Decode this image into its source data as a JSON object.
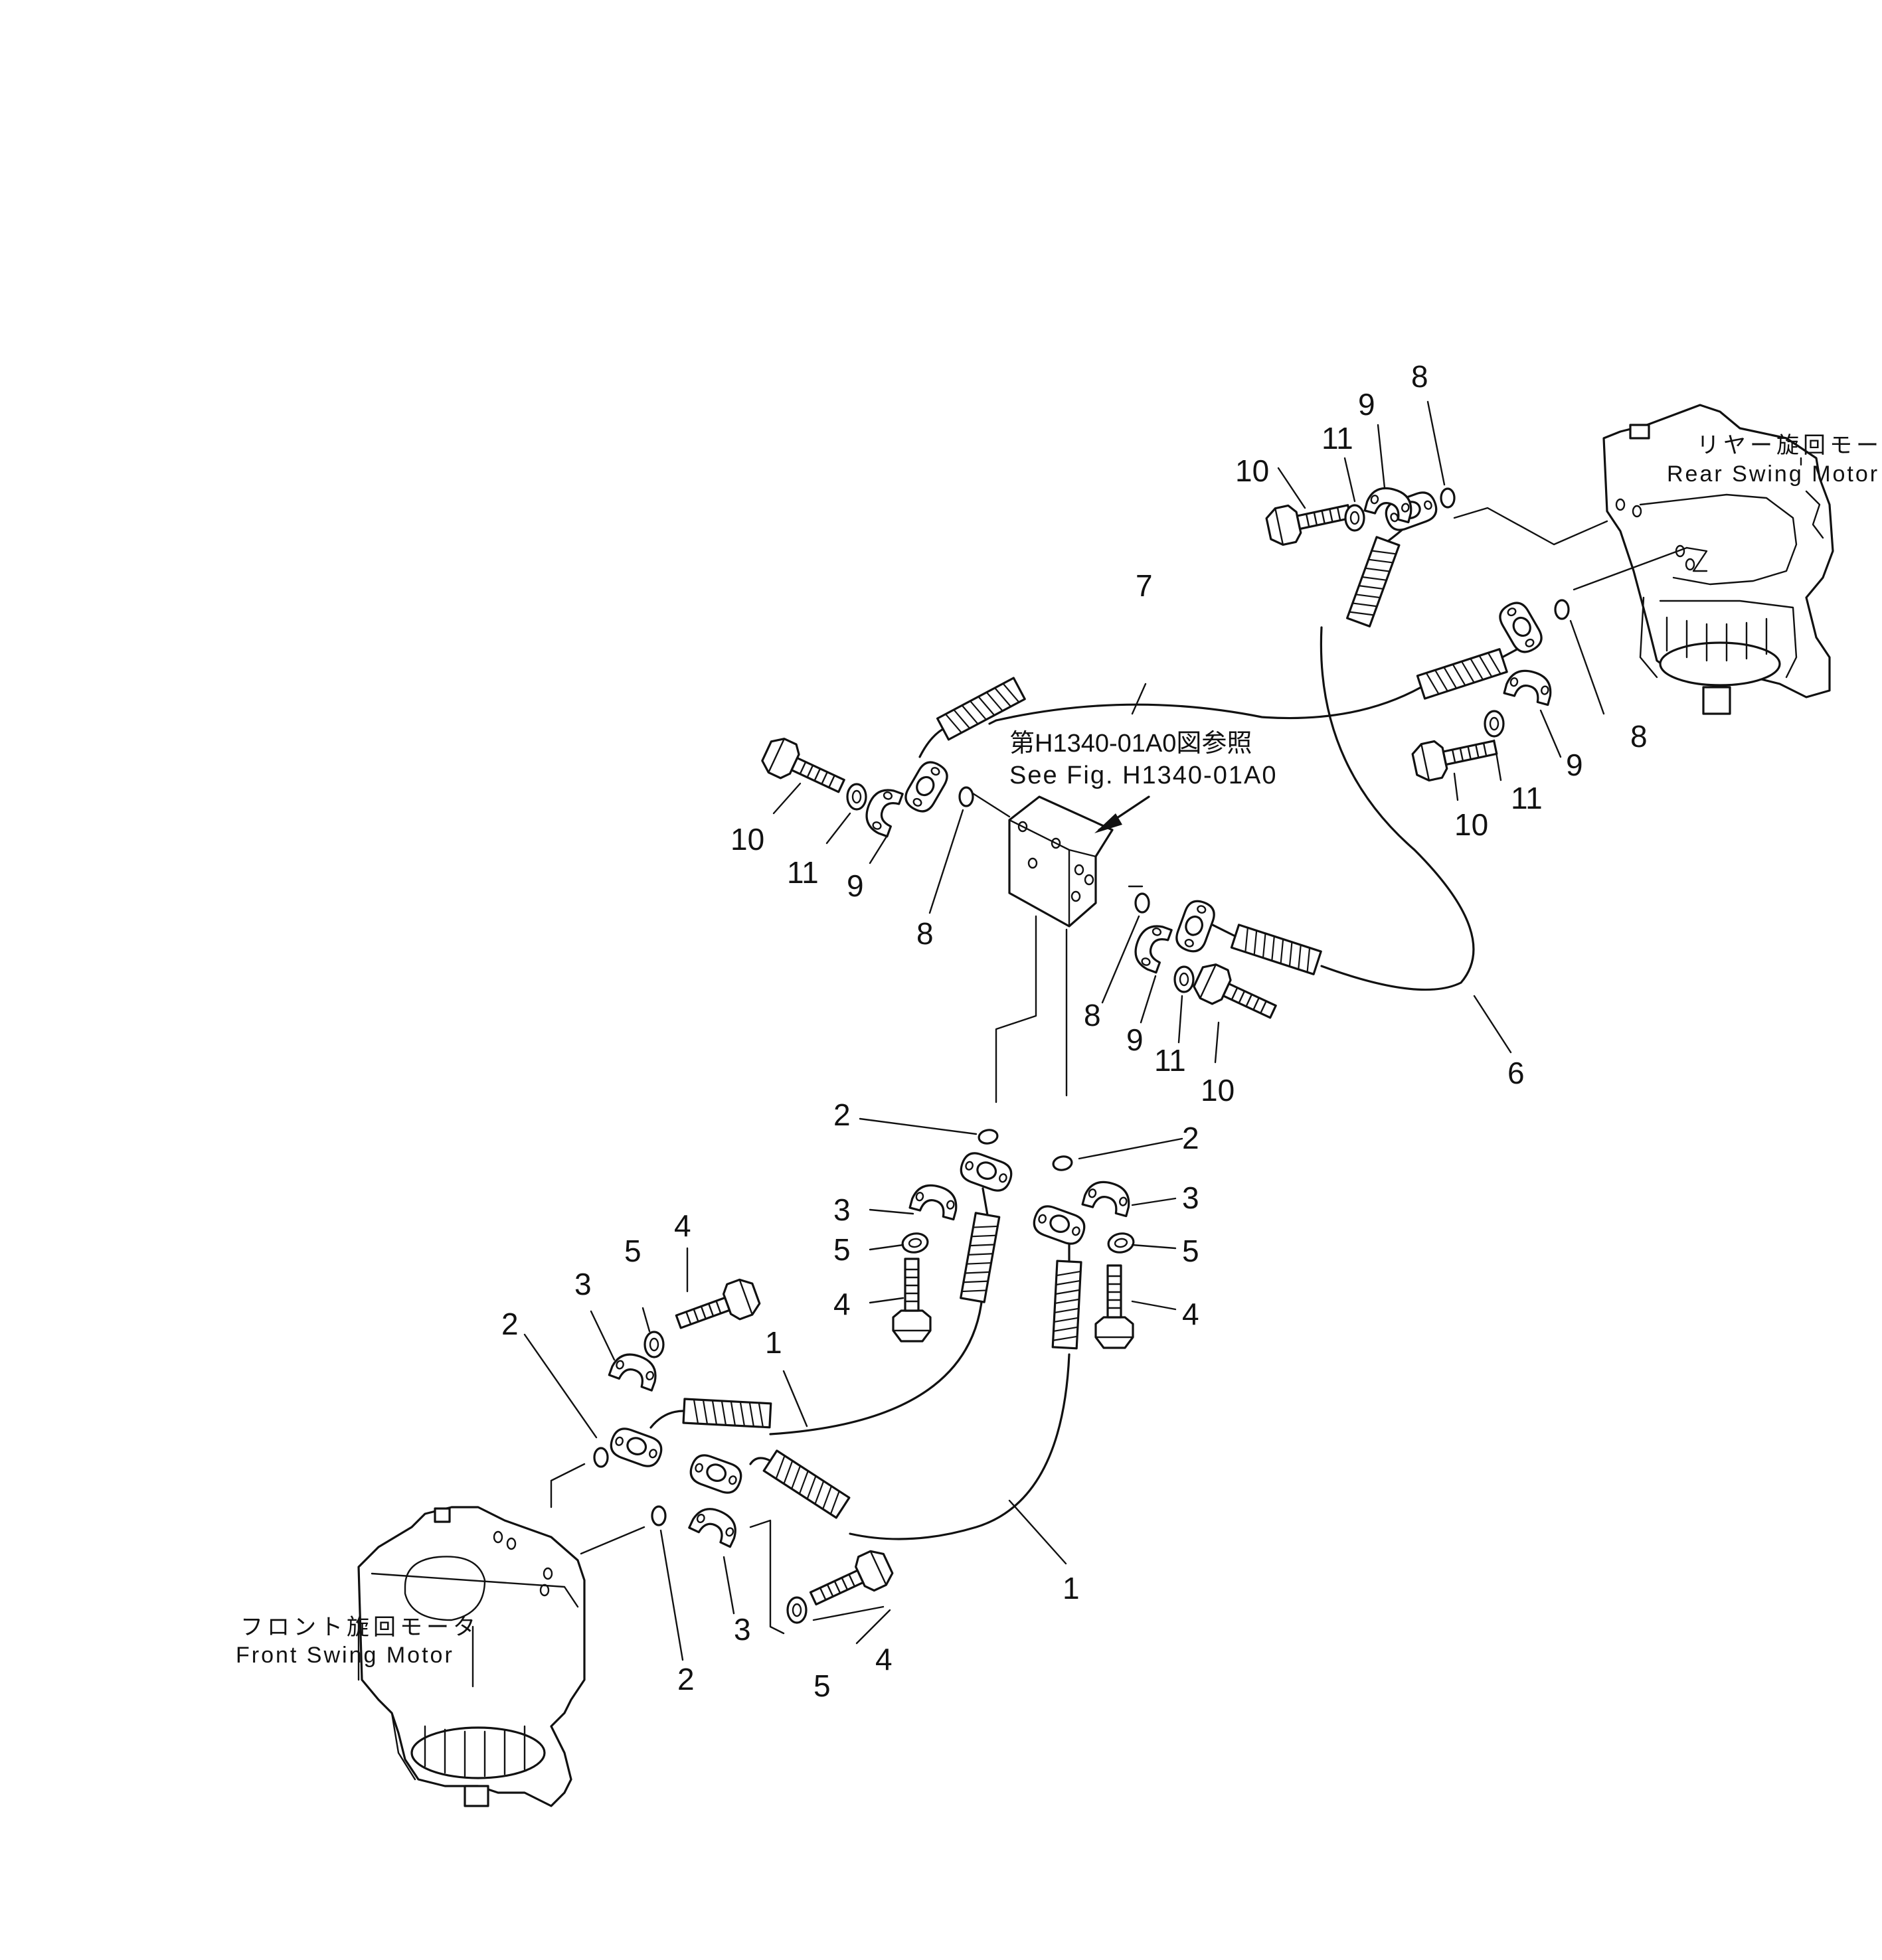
{
  "motors": {
    "rear": {
      "jp": "リヤー旋回モータ",
      "en": "Rear  Swing  Motor"
    },
    "front": {
      "jp": "フロント旋回モータ",
      "en": "Front  Swing  Motor"
    }
  },
  "reference": {
    "jp": "第H1340-01A0図参照",
    "en": "See  Fig. H1340-01A0"
  },
  "callouts": {
    "c1a": "1",
    "c1b": "1",
    "c2a": "2",
    "c2b": "2",
    "c2c": "2",
    "c2d": "2",
    "c3a": "3",
    "c3b": "3",
    "c3c": "3",
    "c3d": "3",
    "c4a": "4",
    "c4b": "4",
    "c4c": "4",
    "c4d": "4",
    "c5a": "5",
    "c5b": "5",
    "c5c": "5",
    "c5d": "5",
    "c6": "6",
    "c7": "7",
    "c8a": "8",
    "c8b": "8",
    "c8c": "8",
    "c8d": "8",
    "c9a": "9",
    "c9b": "9",
    "c9c": "9",
    "c9d": "9",
    "c10a": "10",
    "c10b": "10",
    "c10c": "10",
    "c10d": "10",
    "c11a": "11",
    "c11b": "11",
    "c11c": "11",
    "c11d": "11"
  }
}
